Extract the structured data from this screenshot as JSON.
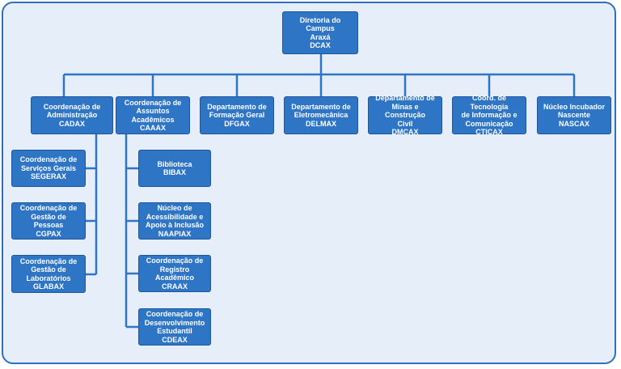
{
  "colors": {
    "box_fill": "#2e75c6",
    "connector": "#2e75c6",
    "background": "#e6eff9",
    "frame": "#2f6fbe"
  },
  "org": {
    "root": {
      "text": "Diretoria do Campus\nAraxá\nDCAX"
    },
    "level1": [
      {
        "text": "Coordenação de\nAdministração\nCADAX"
      },
      {
        "text": "Coordenação de\nAssuntos Acadêmicos\nCAAAX"
      },
      {
        "text": "Departamento de\nFormação Geral\nDFGAX"
      },
      {
        "text": "Departamento de\nEletromecânica\nDELMAX"
      },
      {
        "text": "Departamento de\nMinas e Construção\nCivil\nDMCAX"
      },
      {
        "text": "Coord. de Tecnologia\nde Informação e\nComunicação\nCTICAX"
      },
      {
        "text": "Núcleo Incubador\nNascente\nNASCAX"
      }
    ],
    "admin_children": [
      {
        "text": "Coordenação de\nServiços Gerais\nSEGERAX"
      },
      {
        "text": "Coordenação de\nGestão de\nPessoas\nCGPAX"
      },
      {
        "text": "Coordenação de\nGestão de\nLaboratórios\nGLABAX"
      }
    ],
    "academic_children": [
      {
        "text": "Biblioteca\nBIBAX"
      },
      {
        "text": "Núcleo de\nAcessibilidade e\nApoio à Inclusão\nNAAPIAX"
      },
      {
        "text": "Coordenação de\nRegistro\nAcadêmico\nCRAAX"
      },
      {
        "text": "Coordenação de\nDesenvolvimento\nEstudantil\nCDEAX"
      }
    ]
  }
}
